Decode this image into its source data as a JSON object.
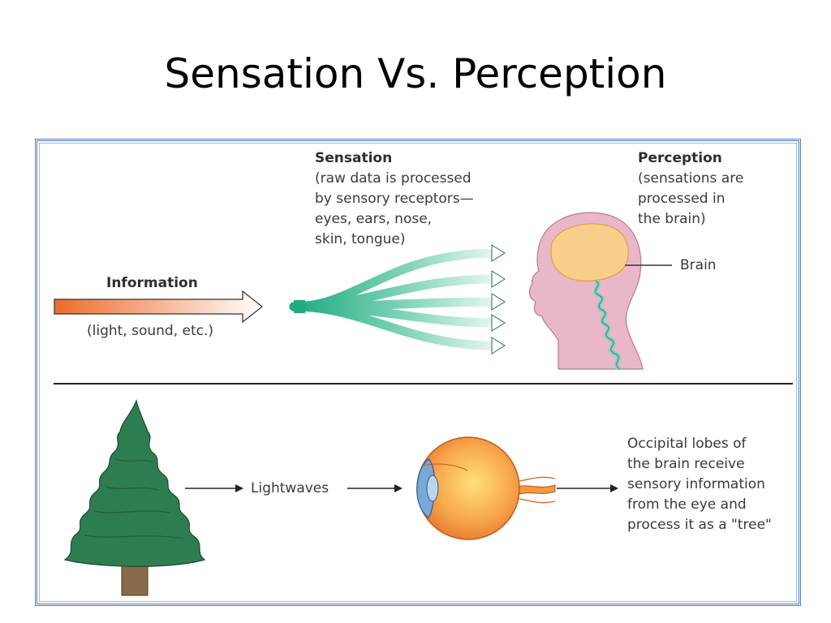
{
  "slide": {
    "title": "Sensation Vs. Perception"
  },
  "diagram": {
    "top": {
      "information": {
        "title": "Information",
        "caption": "(light, sound, etc.)"
      },
      "sensation": {
        "title": "Sensation",
        "description": "(raw data is processed\nby sensory receptors—\neyes, ears, nose,\nskin, tongue)"
      },
      "perception": {
        "title": "Perception",
        "description": "(sensations are\nprocessed in\nthe brain)"
      },
      "brain_label": "Brain"
    },
    "bottom": {
      "lightwaves_label": "Lightwaves",
      "occipital_text": "Occipital lobes of\nthe brain receive\nsensory information\nfrom the eye and\nprocess it as a \"tree\""
    },
    "colors": {
      "frame_border": "#4a79c0",
      "information_arrow_start": "#ee6a2a",
      "sensation_arrows": "#2cb38e",
      "head_skin": "#e6b3c4",
      "brain": "#f7cf8a",
      "spine": "#7fd2c2",
      "tree": "#2e7d50",
      "trunk": "#8a6a4a",
      "eye_iris": "#7aa8d8",
      "eye_ball": "#f6a24a"
    },
    "icons": [
      "information-arrow",
      "sensation-arrows",
      "head-profile-icon",
      "brain-icon",
      "spinal-cord-icon",
      "pine-tree-icon",
      "eyeball-icon"
    ]
  }
}
